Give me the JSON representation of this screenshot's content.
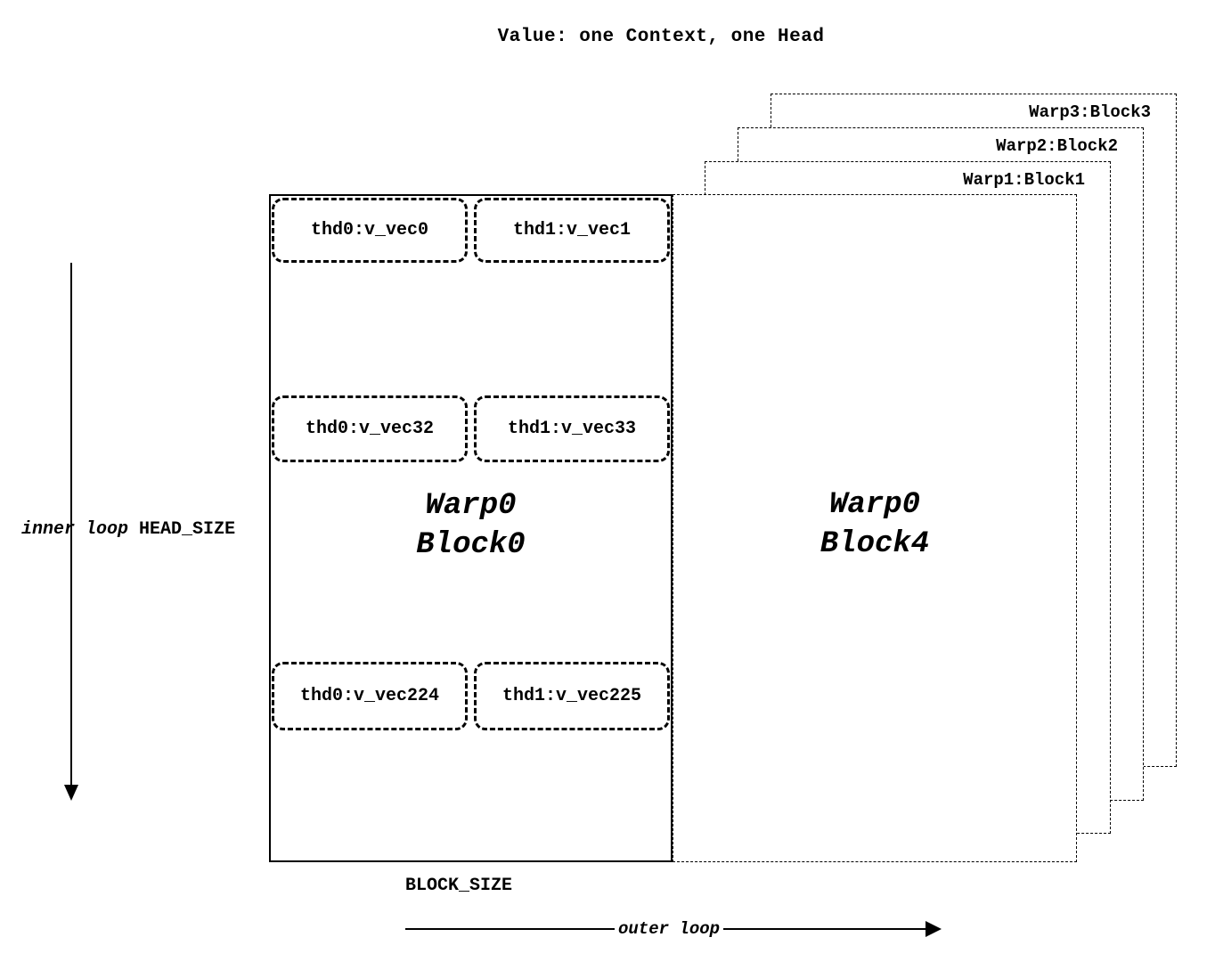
{
  "title": "Value: one Context, one Head",
  "left_axis": {
    "loop_label": "inner loop",
    "size_label": "HEAD_SIZE"
  },
  "block0": {
    "line1": "Warp0",
    "line2": "Block0",
    "rows": [
      {
        "cells": [
          "thd0:v_vec0",
          "thd1:v_vec1"
        ]
      },
      {
        "cells": [
          "thd0:v_vec32",
          "thd1:v_vec33"
        ]
      },
      {
        "cells": [
          "thd0:v_vec224",
          "thd1:v_vec225"
        ]
      }
    ]
  },
  "block4": {
    "line1": "Warp0",
    "line2": "Block4"
  },
  "back_blocks": [
    {
      "label": "Warp1:Block1"
    },
    {
      "label": "Warp2:Block2"
    },
    {
      "label": "Warp3:Block3"
    }
  ],
  "bottom_axis": {
    "size_label": "BLOCK_SIZE",
    "loop_label": "outer loop"
  }
}
